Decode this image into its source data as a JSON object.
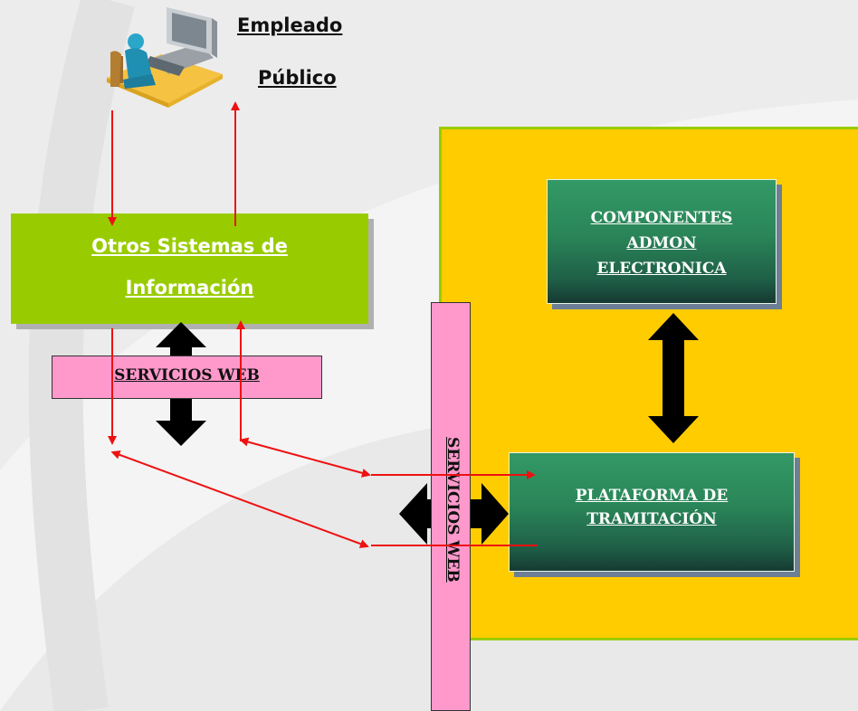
{
  "employee": {
    "line1": "Empleado",
    "line2": "Público"
  },
  "other_systems": {
    "line1": "Otros Sistemas de",
    "line2": "Información"
  },
  "web_services_horizontal": "SERVICIOS WEB",
  "web_services_vertical": "SERVICIOS WEB",
  "components": {
    "line1": "COMPONENTES",
    "line2": "ADMON",
    "line3": "ELECTRONICA"
  },
  "platform": {
    "line1": "PLATAFORMA DE",
    "line2": "TRAMITACIÓN"
  },
  "colors": {
    "panel_fill": "#ffcc00",
    "panel_border": "#99cc00",
    "other_systems_fill": "#99cc00",
    "web_services_fill": "#ff99cc",
    "dark_box_fill": "#2a8558",
    "flow_arrow": "#ee1111",
    "double_arrow": "#000000"
  },
  "icons": [
    "computer-user-icon"
  ]
}
